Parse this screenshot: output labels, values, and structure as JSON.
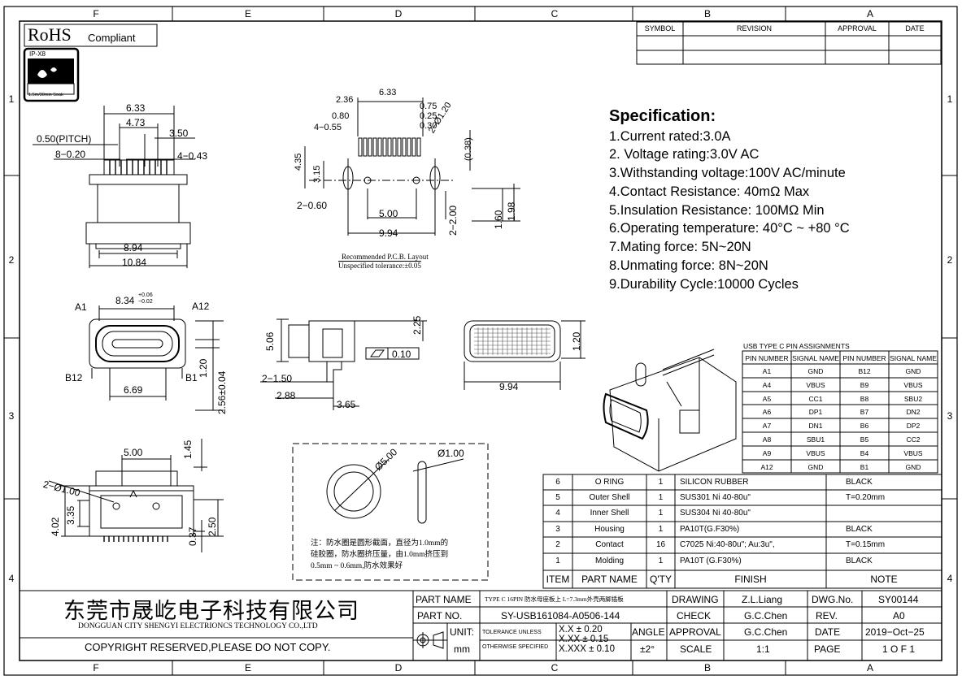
{
  "zones": {
    "top": [
      "F",
      "E",
      "D",
      "C",
      "B",
      "A"
    ],
    "bottom": [
      "F",
      "E",
      "D",
      "C",
      "B",
      "A"
    ],
    "left": [
      "1",
      "2",
      "3",
      "4"
    ],
    "right": [
      "1",
      "2",
      "3",
      "4"
    ]
  },
  "rohs": {
    "big": "RoHS",
    "small": "Compliant"
  },
  "ipx": {
    "label": "IP-X8",
    "caption": "1.5m/30min Soak"
  },
  "revision": {
    "headers": [
      "SYMBOL",
      "REVISION",
      "APPROVAL",
      "DATE"
    ]
  },
  "spec": {
    "title": "Specification:",
    "lines": [
      "1.Current rated:3.0A",
      "2. Voltage rating:3.0V AC",
      "3.Withstanding voltage:100V AC/minute",
      "4.Contact Resistance: 40mΩ Max",
      "5.Insulation Resistance: 100MΩ Min",
      "6.Operating temperature: 40°C ~ +80 °C",
      "7.Mating force: 5N~20N",
      "8.Unmating force: 8N~20N",
      "9.Durability Cycle:10000 Cycles"
    ]
  },
  "pcb_note": {
    "line1": "Recommended P.C.B. Layout",
    "line2": "Unspecified tolerance:±0.05"
  },
  "dims": {
    "v1": {
      "d633": "6.33",
      "d473": "4.73",
      "d350": "3.50",
      "pitch": "0.50(PITCH)",
      "d820": "8−0.20",
      "d443": "4−0.43",
      "d894": "8.94",
      "d1084": "10.84"
    },
    "v2": {
      "d236": "2.36",
      "d633": "6.33",
      "d075": "0.75",
      "d080": "0.80",
      "d025": "0.25",
      "d455": "4−0.55",
      "d030": "0.30",
      "d2120": "2−Ø1.20",
      "d038": "(0.38)",
      "d435": "4.35",
      "d315": "3.15",
      "d260": "2−0.60",
      "d500": "5.00",
      "d2200": "2−2.00",
      "d160": "1.60",
      "d198": "1.98",
      "d994": "9.94"
    },
    "v3": {
      "a1": "A1",
      "a12": "A12",
      "d834": "8.34",
      "tolp": "+0.06",
      "tolm": "−0.02",
      "b12": "B12",
      "b1": "B1",
      "d120": "1.20",
      "d669": "6.69",
      "d256": "2.56±0.04"
    },
    "v4": {
      "d506": "5.06",
      "d225": "2.25",
      "flat": "0.10",
      "d150": "2−1.50",
      "d288": "2.88",
      "d365": "3.65"
    },
    "v5": {
      "d120": "1.20",
      "d994": "9.94"
    },
    "v6": {
      "d500": "5.00",
      "d145": "1.45",
      "d2100": "2−Ø1.00",
      "d402": "4.02",
      "d335": "3.35",
      "d250": "2.50",
      "d037": "0.37"
    },
    "oring": {
      "d500": "Ø5.00",
      "d100": "Ø1.00",
      "note": [
        "注：防水圈是圆形截面，直径为1.0mm的",
        "硅胶圈，防水圈挤压量，由1.0mm挤压到",
        "0.5mm ~ 0.6mm,防水效果好"
      ]
    }
  },
  "pins": {
    "title": "USB TYPE C PIN ASSIGNMENTS",
    "headers": [
      "PIN NUMBER",
      "SIGNAL NAME",
      "PIN NUMBER",
      "SIGNAL NAME"
    ],
    "rows": [
      [
        "A1",
        "GND",
        "B12",
        "GND"
      ],
      [
        "A4",
        "VBUS",
        "B9",
        "VBUS"
      ],
      [
        "A5",
        "CC1",
        "B8",
        "SBU2"
      ],
      [
        "A6",
        "DP1",
        "B7",
        "DN2"
      ],
      [
        "A7",
        "DN1",
        "B6",
        "DP2"
      ],
      [
        "A8",
        "SBU1",
        "B5",
        "CC2"
      ],
      [
        "A9",
        "VBUS",
        "B4",
        "VBUS"
      ],
      [
        "A12",
        "GND",
        "B1",
        "GND"
      ]
    ]
  },
  "bom": {
    "headers": [
      "ITEM",
      "PART NAME",
      "Q'TY",
      "FINISH",
      "NOTE"
    ],
    "rows": [
      [
        "6",
        "O RING",
        "1",
        "SILICON RUBBER",
        "BLACK"
      ],
      [
        "5",
        "Outer Shell",
        "1",
        "SUS301 Ni 40-80u\"",
        "T=0.20mm"
      ],
      [
        "4",
        "Inner Shell",
        "1",
        "SUS304 Ni 40-80u\"",
        ""
      ],
      [
        "3",
        "Housing",
        "1",
        "PA10T(G.F30%)",
        "BLACK"
      ],
      [
        "2",
        "Contact",
        "16",
        "C7025 Ni:40-80u\"; Au:3u\",",
        "T=0.15mm"
      ],
      [
        "1",
        "Molding",
        "1",
        "PA10T (G.F30%)",
        "BLACK"
      ]
    ]
  },
  "title": {
    "company_cn": "东莞市晟屹电子科技有限公司",
    "company_en": "DONGGUAN CITY SHENGYI ELECTRIONCS TECHNOLOGY CO.,LTD",
    "copyright": "COPYRIGHT RESERVED,PLEASE DO NOT COPY.",
    "part_name_label": "PART NAME",
    "part_name": "TYPE C 16PIN 防水母座板上 L=7.3mm外壳两脚插板",
    "part_no_label": "PART NO.",
    "part_no": "SY-USB161084-A0506-144",
    "unit_label": "UNIT:",
    "unit": "mm",
    "tol_label1": "TOLERANCE UNLESS",
    "tol_label2": "OTHERWISE SPECIFIED",
    "tol1": "X.X ± 0.20",
    "tol2": "X.XX ± 0.15",
    "tol3": "X.XXX ± 0.10",
    "angle_label": "ANGLE",
    "angle": "±2°",
    "drawing_label": "DRAWING",
    "drawing": "Z.L.Liang",
    "check_label": "CHECK",
    "check": "G.C.Chen",
    "approval_label": "APPROVAL",
    "approval": "G.C.Chen",
    "scale_label": "SCALE",
    "scale": "1:1",
    "dwg_label": "DWG.No.",
    "dwg": "SY00144",
    "rev_label": "REV.",
    "rev": "A0",
    "date_label": "DATE",
    "date": "2019−Oct−25",
    "page_label": "PAGE",
    "page": "1 O F 1"
  }
}
